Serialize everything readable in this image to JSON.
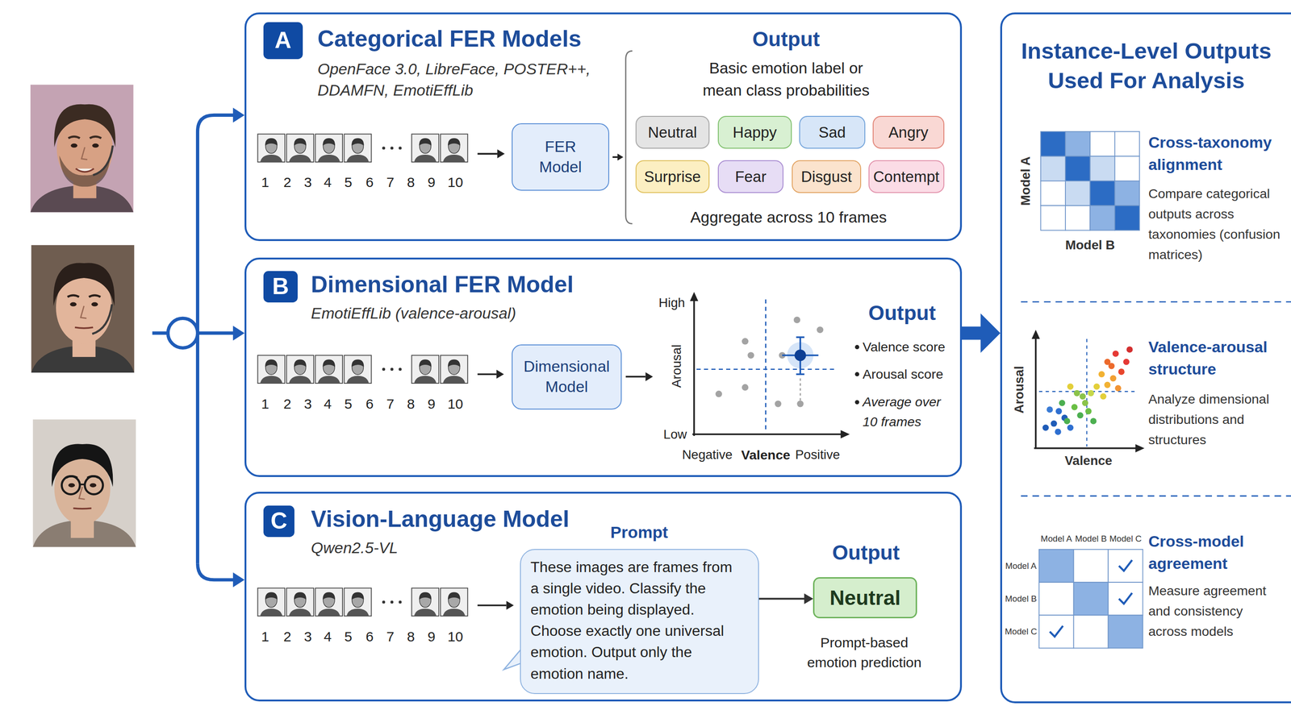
{
  "diagram": {
    "nodes": [
      {
        "text": [
          "Categorical FER Models",
          "OpenFace 3.0, LibreFace, POSTER++, DDAMFN, EmotiEffLib",
          "Output",
          "Basic emotion label or mean class probabilities",
          "Aggregate across 10 frames"
        ]
      },
      {
        "text": [
          "A"
        ],
        "in": 0
      },
      {
        "text": [
          "FER Model"
        ],
        "in": 0
      },
      {
        "text": [
          "Neutral"
        ],
        "in": 0
      },
      {
        "text": [
          "Happy"
        ],
        "in": 0
      },
      {
        "text": [
          "Sad"
        ],
        "in": 0
      },
      {
        "text": [
          "Angry"
        ],
        "in": 0
      },
      {
        "text": [
          "Surprise"
        ],
        "in": 0
      },
      {
        "text": [
          "Fear"
        ],
        "in": 0
      },
      {
        "text": [
          "Disgust"
        ],
        "in": 0
      },
      {
        "text": [
          "Contempt"
        ],
        "in": 0
      },
      {
        "text": [
          "Dimensional FER Model",
          "EmotiEffLib (valence-arousal)",
          "Output",
          "Valence score",
          "Arousal score",
          "Average over 10 frames"
        ]
      },
      {
        "text": [
          "B"
        ],
        "in": 11
      },
      {
        "text": [
          "Dimensional Model"
        ],
        "in": 11
      },
      {
        "text": [
          "Vision-Language Model",
          "Qwen2.5-VL",
          "Output",
          "Prompt-based emotion prediction"
        ]
      },
      {
        "text": [
          "C"
        ],
        "in": 14
      },
      {
        "text": [
          "Prompt",
          "These images are frames from a single video. Classify the emotion being displayed. Choose exactly one universal emotion. Output only the emotion name."
        ],
        "in": 14
      },
      {
        "text": [
          "Neutral"
        ],
        "in": 14
      },
      {
        "text": [
          "Instance-Level Outputs Used For Analysis",
          "Cross-taxonomy alignment",
          "Compare categorical outputs across taxonomies (confusion matrices)",
          "Valence-arousal structure",
          "Analyze dimensional distributions and structures",
          "Cross-model agreement",
          "Measure agreement and consistency across models"
        ]
      }
    ],
    "edges": [
      {
        "from": 16,
        "to": 17,
        "arrow": "to"
      },
      {
        "from": 11,
        "to": 18,
        "arrow": "to"
      }
    ],
    "labels": [
      "1",
      "2",
      "3",
      "4",
      "5",
      "6",
      "7",
      "8",
      "9",
      "10",
      "1",
      "2",
      "3",
      "4",
      "5",
      "6",
      "7",
      "8",
      "9",
      "10",
      "1",
      "2",
      "3",
      "4",
      "5",
      "6",
      "7",
      "8",
      "9",
      "10",
      "High",
      "Low",
      "Arousal",
      "Negative",
      "Valence",
      "Positive",
      "Model A",
      "Model B",
      "Arousal",
      "Valence",
      "Model A",
      "Model B",
      "Model C",
      "Model A",
      "Model B",
      "Model C"
    ]
  }
}
